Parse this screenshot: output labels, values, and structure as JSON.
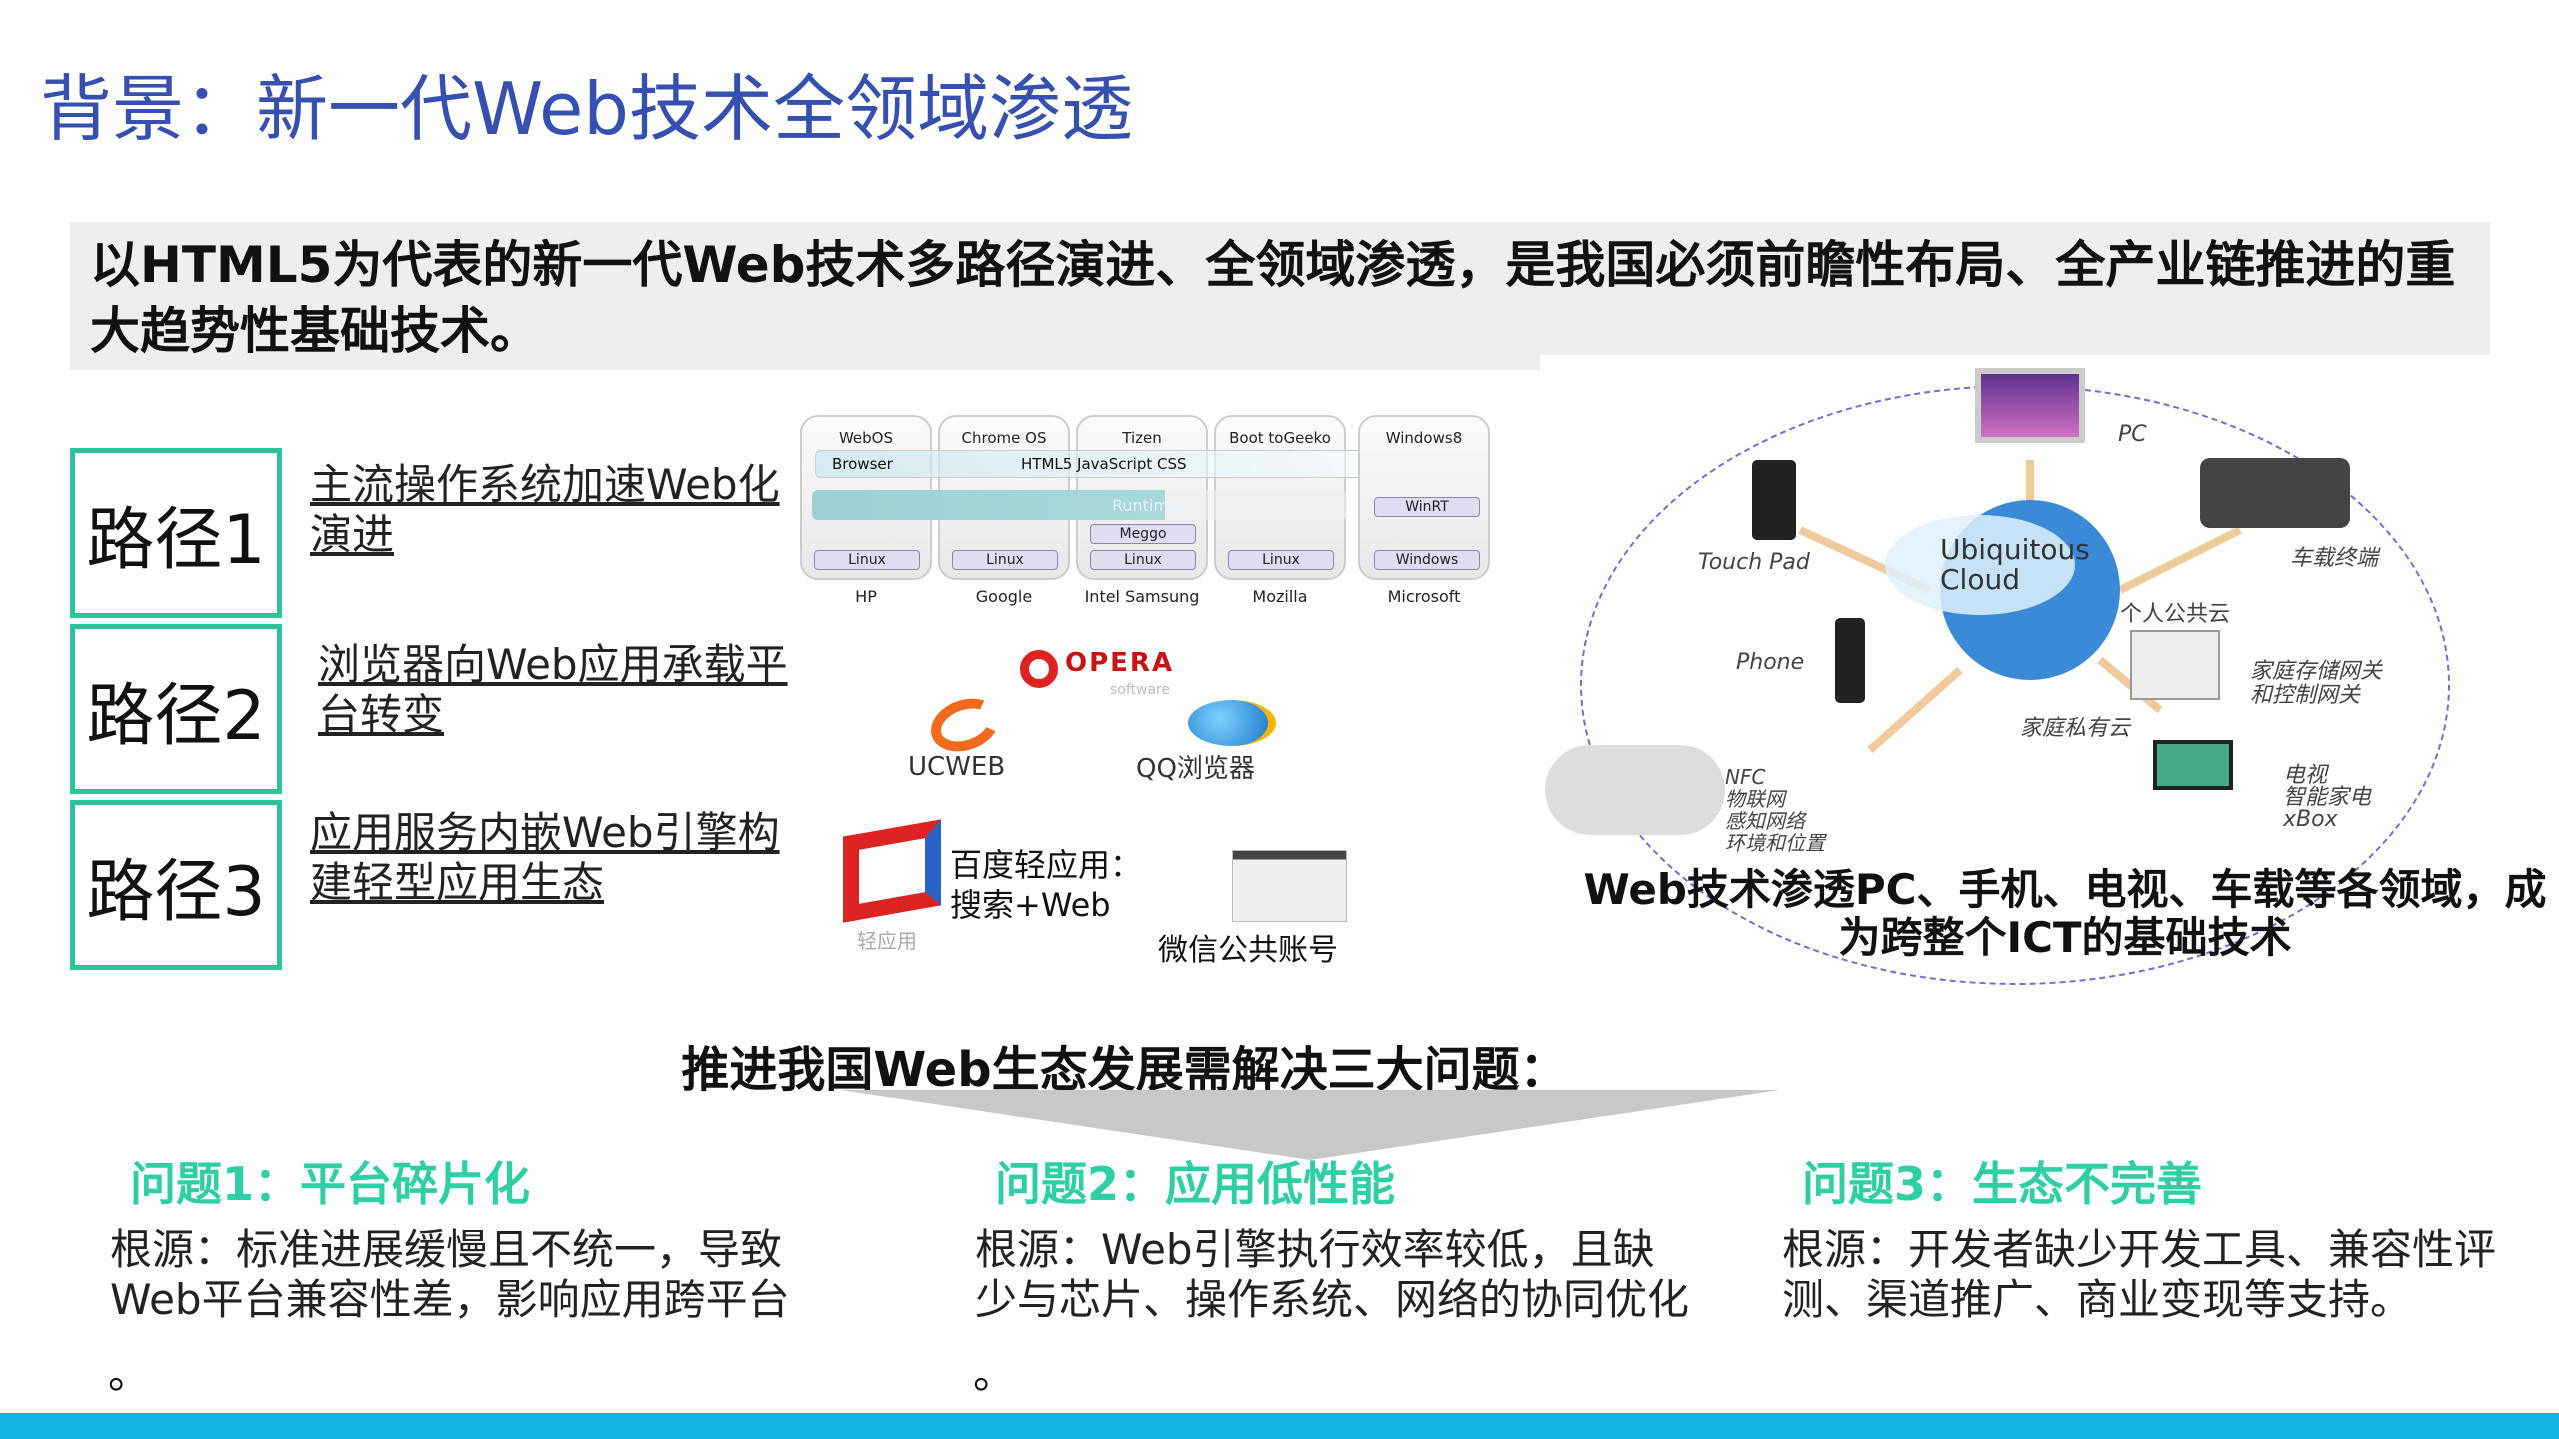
{
  "title": "背景：新一代Web技术全领域渗透",
  "banner": "以HTML5为代表的新一代Web技术多路径演进、全领域渗透，是我国必须前瞻性布局、全产业链推进的重大趋势性基础技术。",
  "paths": [
    {
      "label": "路径1",
      "text": "主流操作系统加速Web化演进"
    },
    {
      "label": "路径2",
      "text": "浏览器向Web应用承载平台转变"
    },
    {
      "label": "路径3",
      "text": "应用服务内嵌Web引擎构建轻型应用生态"
    }
  ],
  "os_diagram": {
    "columns": [
      {
        "os": "WebOS",
        "base": "Linux",
        "vendor": "HP"
      },
      {
        "os": "Chrome OS",
        "base": "Linux",
        "vendor": "Google"
      },
      {
        "os": "Tizen",
        "base": "Linux",
        "extra": "Meggo",
        "vendor": "Intel Samsung"
      },
      {
        "os": "Boot toGeeko",
        "base": "Linux",
        "vendor": "Mozilla"
      },
      {
        "os": "Windows8",
        "base": "Windows",
        "extra": "WinRT",
        "vendor": "Microsoft"
      }
    ],
    "browser_bar": "Browser",
    "tech_bar": "HTML5 JavaScript CSS",
    "runtime_bar": "Runtime"
  },
  "browsers": {
    "opera": "OPERA",
    "opera_sub": "software",
    "ucweb": "UCWEB",
    "qq": "QQ浏览器"
  },
  "apps": {
    "baidu_logo": "轻应用",
    "baidu": "百度轻应用：\n搜索+Web",
    "wechat": "微信公共账号"
  },
  "ecosystem": {
    "cloud": "Ubiquitous Cloud",
    "labels": {
      "pc": "PC",
      "touchpad": "Touch Pad",
      "car": "车载终端",
      "public_cloud": "个人公共云",
      "phone": "Phone",
      "gateway": "家庭存储网关\n和控制网关",
      "private_cloud": "家庭私有云",
      "tv": "电视\n智能家电\nxBox",
      "nfc": "NFC\n物联网\n感知网络\n环境和位置"
    },
    "caption": "Web技术渗透PC、手机、电视、车载等各领域，成为跨整个ICT的基础技术"
  },
  "push_heading": "推进我国Web生态发展需解决三大问题：",
  "problems": [
    {
      "title": "问题1：平台碎片化",
      "body": "根源：标准进展缓慢且不统一，导致Web平台兼容性差，影响应用跨平台",
      "dot": "。"
    },
    {
      "title": "问题2：应用低性能",
      "body": "根源：Web引擎执行效率较低，且缺少与芯片、操作系统、网络的协同优化",
      "dot": "。"
    },
    {
      "title": "问题3：生态不完善",
      "body": "根源：开发者缺少开发工具、兼容性评测、渠道推广、商业变现等支持。"
    }
  ],
  "colors": {
    "title": "#3550b0",
    "accent": "#2ec49f",
    "heading_green": "#2ecfa5",
    "bottom_bar": "#14b4e2"
  }
}
